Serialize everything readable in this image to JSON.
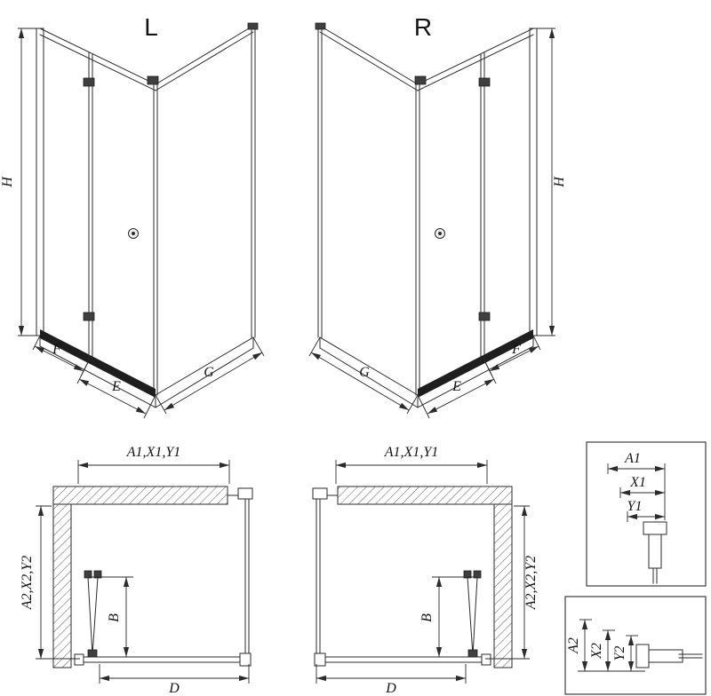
{
  "views": {
    "iso_left": {
      "title": "L",
      "dims": {
        "h": "H",
        "f": "F",
        "e": "E",
        "g": "G"
      }
    },
    "iso_right": {
      "title": "R",
      "dims": {
        "h": "H",
        "f": "F",
        "e": "E",
        "g": "G"
      }
    },
    "plan_left": {
      "dims": {
        "top": "A1,X1,Y1",
        "side": "A2,X2,Y2",
        "b": "B",
        "d": "D"
      }
    },
    "plan_right": {
      "dims": {
        "top": "A1,X1,Y1",
        "side": "A2,X2,Y2",
        "b": "B",
        "d": "D"
      }
    },
    "detail_top": {
      "dims": {
        "a1": "A1",
        "x1": "X1",
        "y1": "Y1"
      }
    },
    "detail_bottom": {
      "dims": {
        "a2": "A2",
        "x2": "X2",
        "y2": "Y2"
      }
    }
  },
  "colors": {
    "background": "#ffffff",
    "line": "#2b2b2b",
    "hardware": "#3f3f3f",
    "sill": "#1e1e1e",
    "hatch": "#5a5a5a"
  }
}
